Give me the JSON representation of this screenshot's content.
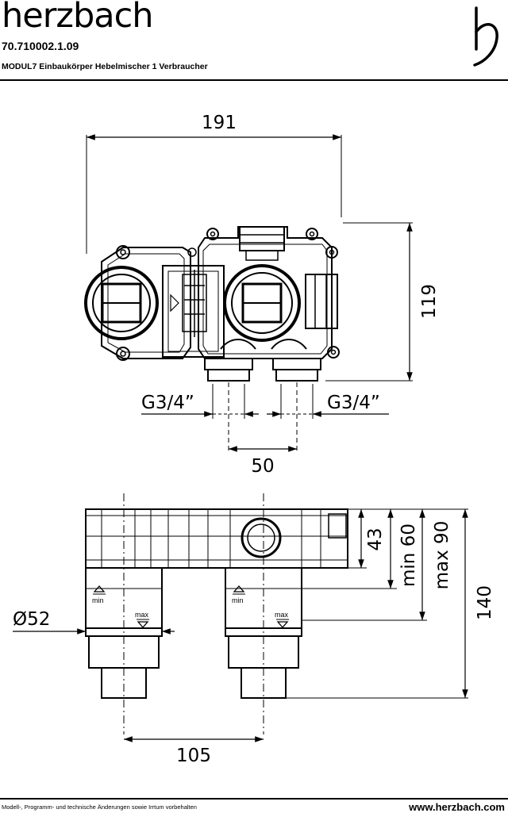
{
  "header": {
    "brand": "herzbach",
    "article_number": "70.710002.1.09",
    "description": "MODUL7 Einbaukörper Hebelmischer 1 Verbraucher"
  },
  "top_view": {
    "width_total": "191",
    "height": "119",
    "thread_left": "G3/4”",
    "thread_right": "G3/4”",
    "port_spacing": "50"
  },
  "side_view": {
    "depth_43": "43",
    "depth_min": "min 60",
    "depth_max": "max 90",
    "depth_total": "140",
    "diameter": "Ø52",
    "spacing": "105",
    "label_min_left": "min",
    "label_max_left": "max",
    "label_min_right": "min",
    "label_max_right": "max"
  },
  "footer": {
    "disclaimer": "Modell-, Programm- und technische Änderungen sowie Irrtum vorbehalten",
    "website": "www.herzbach.com"
  }
}
